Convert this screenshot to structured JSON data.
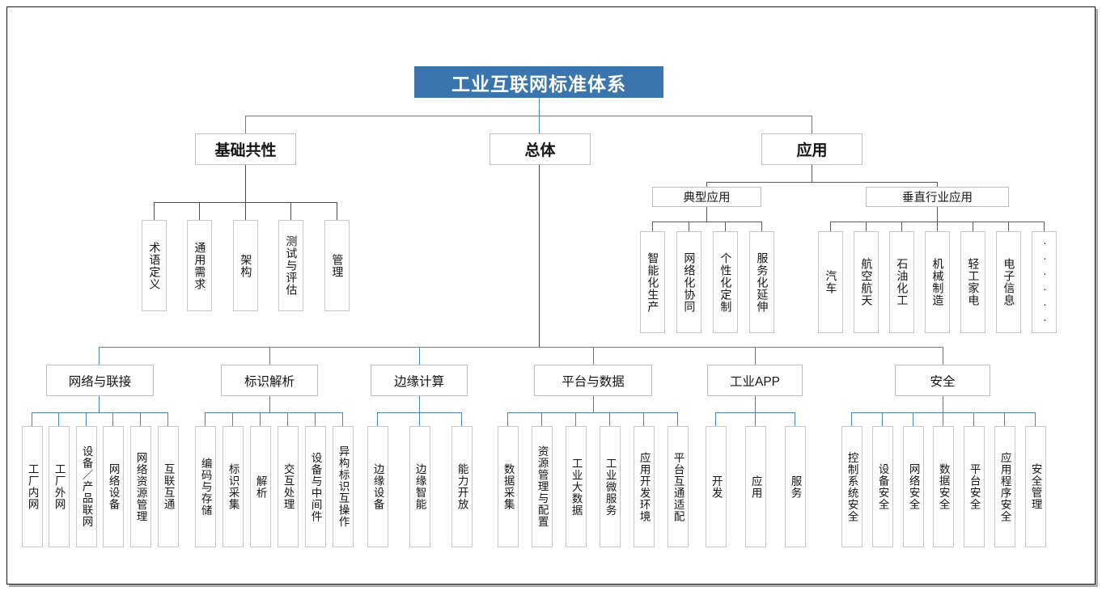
{
  "diagram": {
    "title": "工业互联网标准体系",
    "level2": [
      {
        "id": "basic",
        "label": "基础共性"
      },
      {
        "id": "overall",
        "label": "总体"
      },
      {
        "id": "application",
        "label": "应用"
      }
    ],
    "basic_children": [
      "术语定义",
      "通用需求",
      "架构",
      "测试与评估",
      "管理"
    ],
    "application_groups": [
      {
        "label": "典型应用",
        "children": [
          "智能化生产",
          "网络化协同",
          "个性化定制",
          "服务化延伸"
        ]
      },
      {
        "label": "垂直行业应用",
        "children": [
          "汽车",
          "航空航天",
          "石油化工",
          "机械制造",
          "轻工家电",
          "电子信息",
          "······"
        ]
      }
    ],
    "overall_groups": [
      {
        "label": "网络与联接",
        "children": [
          "工厂内网",
          "工厂外网",
          "设备／产品联网",
          "网络设备",
          "网络资源管理",
          "互联互通"
        ]
      },
      {
        "label": "标识解析",
        "children": [
          "编码与存储",
          "标识采集",
          "解析",
          "交互处理",
          "设备与中间件",
          "异构标识互操作"
        ]
      },
      {
        "label": "边缘计算",
        "children": [
          "边缘设备",
          "边缘智能",
          "能力开放"
        ]
      },
      {
        "label": "平台与数据",
        "children": [
          "数据采集",
          "资源管理与配置",
          "工业大数据",
          "工业微服务",
          "应用开发环境",
          "平台互通适配"
        ]
      },
      {
        "label": "工业APP",
        "children": [
          "开发",
          "应用",
          "服务"
        ]
      },
      {
        "label": "安全",
        "children": [
          "控制系统安全",
          "设备安全",
          "网络安全",
          "数据安全",
          "平台安全",
          "应用程序安全",
          "安全管理"
        ]
      }
    ],
    "colors": {
      "root_fill": "#3a75ad",
      "connector_blue": "#4a82bd",
      "connector_dark": "#4a4a4a",
      "box_border": "#bdbdbd",
      "text": "#141414"
    }
  }
}
